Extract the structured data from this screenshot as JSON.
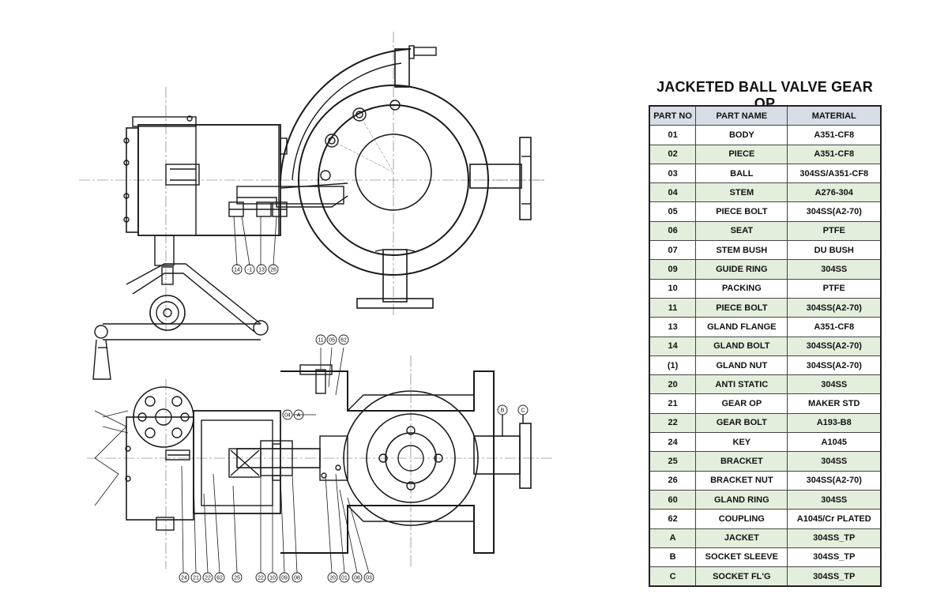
{
  "table": {
    "title": "JACKETED BALL VALVE GEAR OP",
    "headers": [
      "PART NO",
      "PART NAME",
      "MATERIAL"
    ],
    "rows": [
      {
        "no": "01",
        "name": "BODY",
        "material": "A351-CF8"
      },
      {
        "no": "02",
        "name": "PIECE",
        "material": "A351-CF8"
      },
      {
        "no": "03",
        "name": "BALL",
        "material": "304SS/A351-CF8"
      },
      {
        "no": "04",
        "name": "STEM",
        "material": "A276-304"
      },
      {
        "no": "05",
        "name": "PIECE BOLT",
        "material": "304SS(A2-70)"
      },
      {
        "no": "06",
        "name": "SEAT",
        "material": "PTFE"
      },
      {
        "no": "07",
        "name": "STEM BUSH",
        "material": "DU BUSH"
      },
      {
        "no": "09",
        "name": "GUIDE RING",
        "material": "304SS"
      },
      {
        "no": "10",
        "name": "PACKING",
        "material": "PTFE"
      },
      {
        "no": "11",
        "name": "PIECE BOLT",
        "material": "304SS(A2-70)"
      },
      {
        "no": "13",
        "name": "GLAND FLANGE",
        "material": "A351-CF8"
      },
      {
        "no": "14",
        "name": "GLAND BOLT",
        "material": "304SS(A2-70)"
      },
      {
        "no": "(1)",
        "name": "GLAND NUT",
        "material": "304SS(A2-70)"
      },
      {
        "no": "20",
        "name": "ANTI STATIC",
        "material": "304SS"
      },
      {
        "no": "21",
        "name": "GEAR OP",
        "material": "MAKER STD"
      },
      {
        "no": "22",
        "name": "GEAR BOLT",
        "material": "A193-B8"
      },
      {
        "no": "24",
        "name": "KEY",
        "material": "A1045"
      },
      {
        "no": "25",
        "name": "BRACKET",
        "material": "304SS"
      },
      {
        "no": "26",
        "name": "BRACKET NUT",
        "material": "304SS(A2-70)"
      },
      {
        "no": "60",
        "name": "GLAND RING",
        "material": "304SS"
      },
      {
        "no": "62",
        "name": "COUPLING",
        "material": "A1045/Cr PLATED"
      },
      {
        "no": "A",
        "name": "JACKET",
        "material": "304SS_TP"
      },
      {
        "no": "B",
        "name": "SOCKET SLEEVE",
        "material": "304SS_TP"
      },
      {
        "no": "C",
        "name": "SOCKET FL'G",
        "material": "304SS_TP"
      }
    ]
  },
  "callouts": {
    "top_view": [
      "14",
      "-1",
      "13",
      "26"
    ],
    "section_top": [
      "11",
      "05",
      "62"
    ],
    "section_mid": [
      "04",
      "A"
    ],
    "section_right": [
      "B",
      "C"
    ],
    "bottom": [
      "24",
      "21",
      "22",
      "62",
      "25",
      "22",
      "10",
      "09",
      "08",
      "20",
      "01",
      "06",
      "03"
    ]
  }
}
